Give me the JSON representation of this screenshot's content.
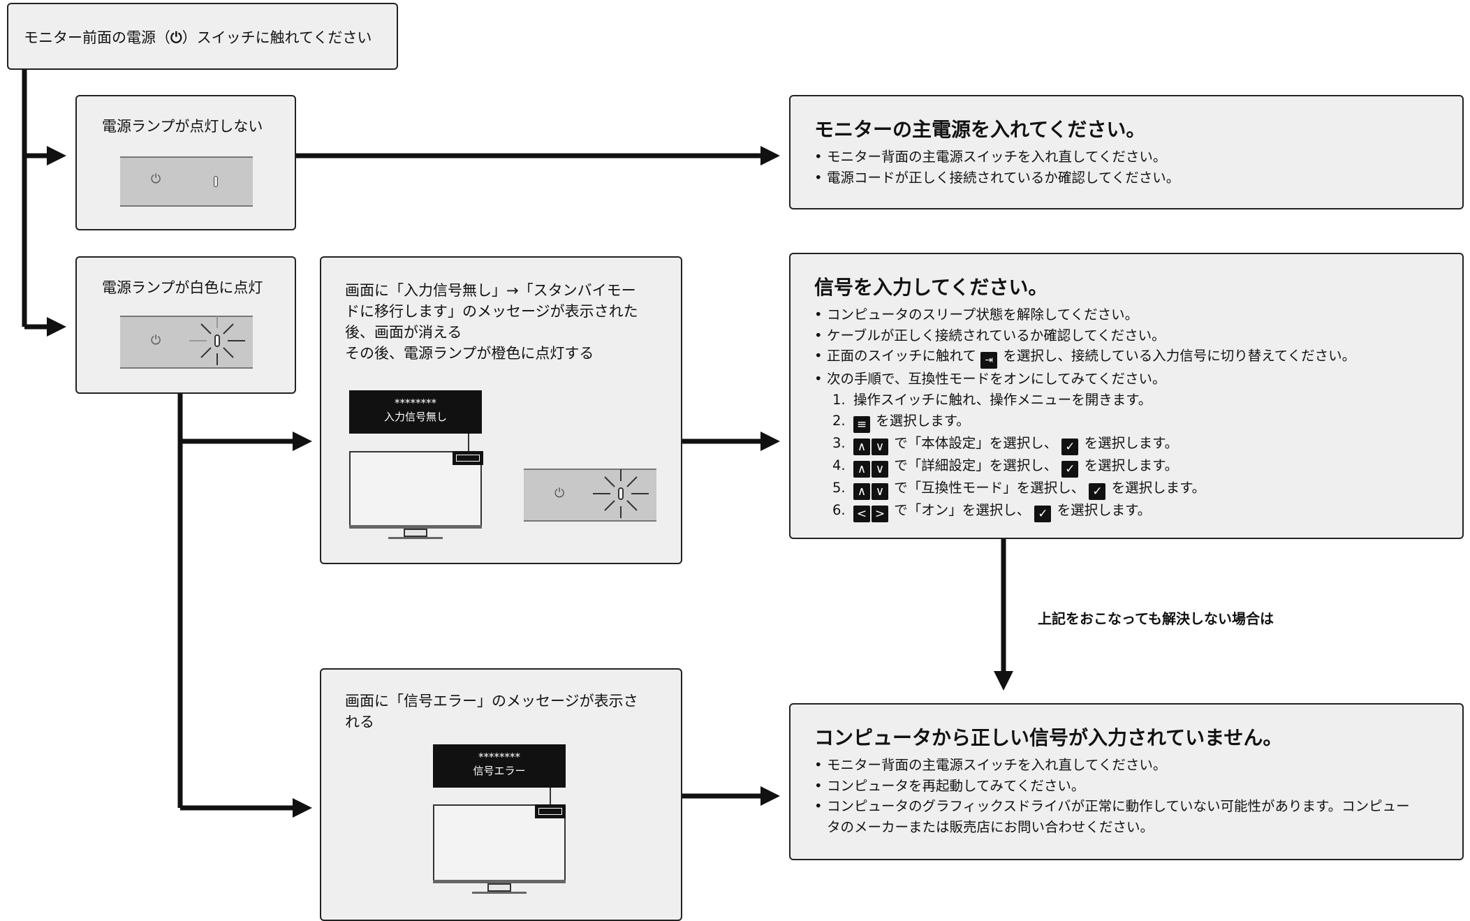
{
  "start": {
    "label_before": "モニター前面の電源（",
    "icon": "power-icon",
    "label_after": "）スイッチに触れてください"
  },
  "lamp_off": {
    "label": "電源ランプが点灯しない"
  },
  "lamp_white": {
    "label": "電源ランプが白色に点灯"
  },
  "no_signal_case": {
    "lines": [
      "画面に「入力信号無し」→「スタンバイモー",
      "ドに移行します」のメッセージが表示された",
      "後、画面が消える",
      "その後、電源ランプが橙色に点灯する"
    ],
    "msg_stars": "********",
    "msg_text": "入力信号無し"
  },
  "signal_error_case": {
    "lines": [
      "画面に「信号エラー」のメッセージが表示さ",
      "れる"
    ],
    "msg_stars": "********",
    "msg_text": "信号エラー"
  },
  "result_power": {
    "title": "モニターの主電源を入れてください。",
    "bullets": [
      "モニター背面の主電源スイッチを入れ直してください。",
      " 電源コードが正しく接続されているか確認してください。"
    ]
  },
  "result_signal": {
    "title": "信号を入力してください。",
    "b1": "コンピュータのスリープ状態を解除してください。",
    "b2": "ケーブルが正しく接続されているか確認してください。",
    "b3_before": "正面のスイッチに触れて",
    "b3_after": "を選択し、接続している入力信号に切り替えてください。",
    "b4": "次の手順で、互換性モードをオンにしてみてください。",
    "steps": [
      {
        "n": "1.",
        "text": "操作スイッチに触れ、操作メニューを開きます。"
      },
      {
        "n": "2.",
        "text": "を選択します。"
      },
      {
        "n": "3.",
        "before": "で「本体設定」を選択し、",
        "after": "を選択します。"
      },
      {
        "n": "4.",
        "before": "で「詳細設定」を選択し、",
        "after": "を選択します。"
      },
      {
        "n": "5.",
        "before": "で「互換性モード」を選択し、",
        "after": "を選択します。"
      },
      {
        "n": "6.",
        "before": "で「オン」を選択し、",
        "after": "を選択します。"
      }
    ],
    "icons": {
      "input": "input-switch-icon",
      "menu": "menu-icon",
      "up": "∧",
      "down": "∨",
      "left": "<",
      "right": ">",
      "check": "✓"
    }
  },
  "note_unresolved": "上記をおこなっても解決しない場合は",
  "result_computer": {
    "title": "コンピュータから正しい信号が入力されていません。",
    "bullets": [
      "モニター背面の主電源スイッチを入れ直してください。",
      "コンピュータを再起動してみてください。",
      "コンピュータのグラフィックスドライバが正常に動作していない可能性があります。コンピュー"
    ],
    "continuation": "タのメーカーまたは販売店にお問い合わせください。"
  }
}
